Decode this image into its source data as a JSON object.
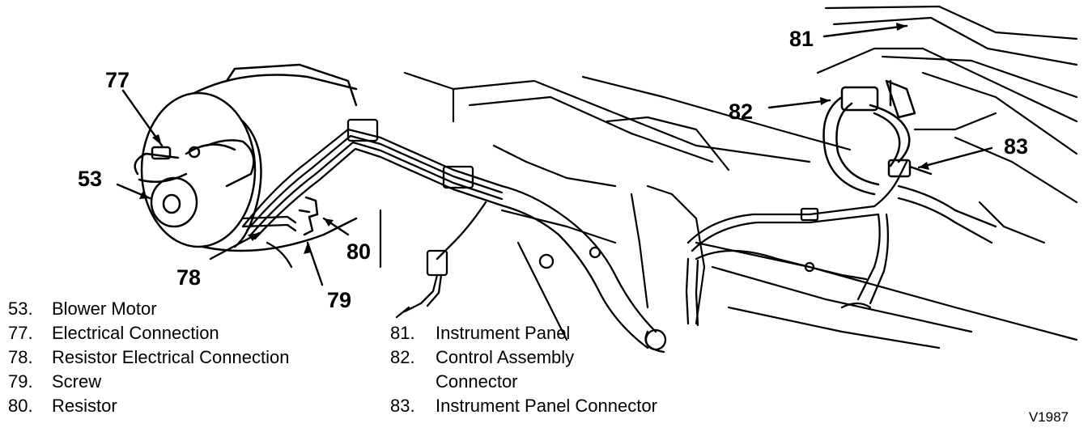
{
  "callouts": {
    "c53": "53",
    "c77": "77",
    "c78": "78",
    "c79": "79",
    "c80": "80",
    "c81": "81",
    "c82": "82",
    "c83": "83"
  },
  "legend_left": [
    {
      "num": "53.",
      "label": "Blower Motor"
    },
    {
      "num": "77.",
      "label": "Electrical Connection"
    },
    {
      "num": "78.",
      "label": "Resistor Electrical Connection"
    },
    {
      "num": "79.",
      "label": "Screw"
    },
    {
      "num": "80.",
      "label": "Resistor"
    }
  ],
  "legend_right": [
    {
      "num": "81.",
      "label": "Instrument Panel"
    },
    {
      "num": "82.",
      "label": "Control Assembly"
    },
    {
      "num": "",
      "label": "Connector"
    },
    {
      "num": "83.",
      "label": "Instrument Panel Connector"
    }
  ],
  "figure_code": "V1987",
  "colors": {
    "ink": "#000000",
    "paper": "#ffffff"
  }
}
